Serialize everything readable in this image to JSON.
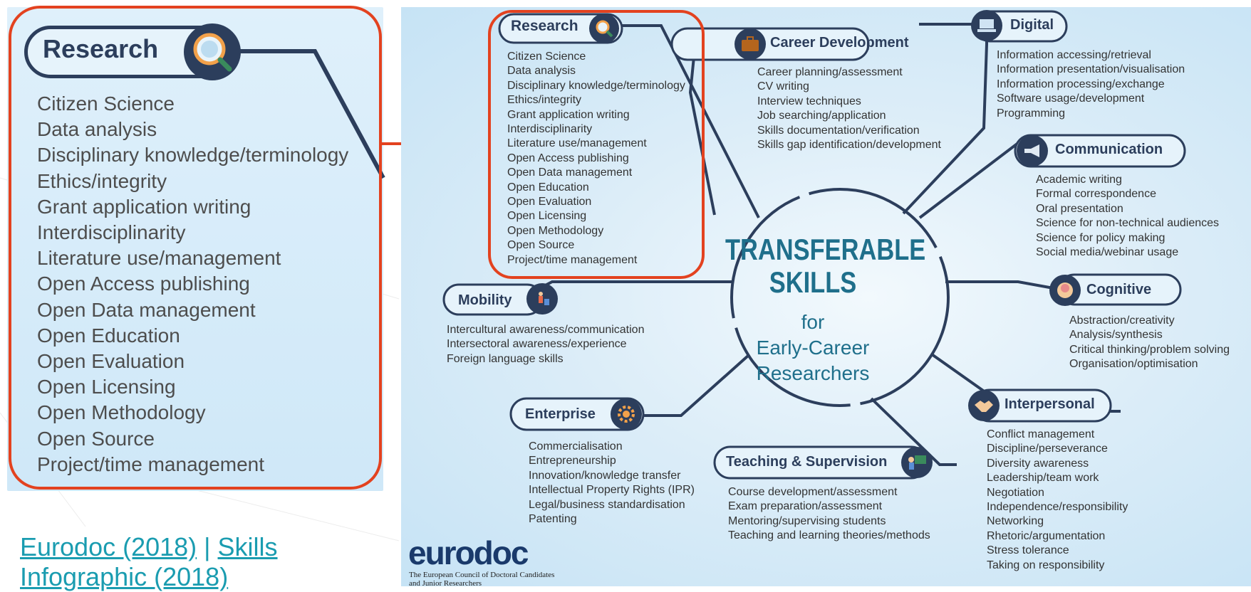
{
  "zoom": {
    "title": "Research",
    "icon": "magnifier-icon",
    "items": [
      "Citizen Science",
      "Data analysis",
      "Disciplinary knowledge/terminology",
      "Ethics/integrity",
      "Grant application writing",
      "Interdisciplinarity",
      "Literature use/management",
      "Open Access publishing",
      "Open Data management",
      "Open Education",
      "Open Evaluation",
      "Open Licensing",
      "Open Methodology",
      "Open Source",
      "Project/time management"
    ]
  },
  "credit": {
    "link1": "Eurodoc (2018)",
    "sep": " | ",
    "link2": " Skills Infographic (2018)"
  },
  "center": {
    "title1": "TRANSFERABLE",
    "title2": "SKILLS",
    "sub1": "for",
    "sub2": "Early-Career",
    "sub3": "Researchers"
  },
  "nodes": {
    "research": {
      "title": "Research",
      "icon": "magnifier-icon",
      "items": [
        "Citizen Science",
        "Data analysis",
        "Disciplinary knowledge/terminology",
        "Ethics/integrity",
        "Grant application writing",
        "Interdisciplinarity",
        "Literature use/management",
        "Open Access publishing",
        "Open Data management",
        "Open Education",
        "Open Evaluation",
        "Open Licensing",
        "Open Methodology",
        "Open Source",
        "Project/time management"
      ]
    },
    "career": {
      "title": "Career Development",
      "icon": "briefcase-icon",
      "items": [
        "Career planning/assessment",
        "CV writing",
        "Interview techniques",
        "Job searching/application",
        "Skills documentation/verification",
        "Skills gap identification/development"
      ]
    },
    "digital": {
      "title": "Digital",
      "icon": "laptop-icon",
      "items": [
        "Information accessing/retrieval",
        "Information presentation/visualisation",
        "Information processing/exchange",
        "Software usage/development",
        "Programming"
      ]
    },
    "communication": {
      "title": "Communication",
      "icon": "megaphone-icon",
      "items": [
        "Academic writing",
        "Formal correspondence",
        "Oral presentation",
        "Science for non-technical audiences",
        "Science for policy making",
        "Social media/webinar usage"
      ]
    },
    "cognitive": {
      "title": "Cognitive",
      "icon": "brain-icon",
      "items": [
        "Abstraction/creativity",
        "Analysis/synthesis",
        "Critical thinking/problem solving",
        "Organisation/optimisation"
      ]
    },
    "interpersonal": {
      "title": "Interpersonal",
      "icon": "handshake-icon",
      "items": [
        "Conflict management",
        "Discipline/perseverance",
        "Diversity awareness",
        "Leadership/team work",
        "Negotiation",
        "Independence/responsibility",
        "Networking",
        "Rhetoric/argumentation",
        "Stress tolerance",
        "Taking on responsibility"
      ]
    },
    "teaching": {
      "title": "Teaching & Supervision",
      "icon": "teacher-icon",
      "items": [
        "Course development/assessment",
        "Exam preparation/assessment",
        "Mentoring/supervising students",
        "Teaching and learning theories/methods"
      ]
    },
    "enterprise": {
      "title": "Enterprise",
      "icon": "gear-icon",
      "items": [
        "Commercialisation",
        "Entrepreneurship",
        "Innovation/knowledge transfer",
        "Intellectual Property Rights (IPR)",
        "Legal/business standardisation",
        "Patenting"
      ]
    },
    "mobility": {
      "title": "Mobility",
      "icon": "traveller-icon",
      "items": [
        "Intercultural awareness/communication",
        "Intersectoral awareness/experience",
        "Foreign language skills"
      ]
    }
  },
  "logo": {
    "name": "eurodoc",
    "sub": "The European Council of Doctoral Candidates and Junior Researchers"
  },
  "colors": {
    "accent": "#e3421f",
    "navy": "#2c3e5c",
    "teal": "#1f6f8b",
    "link": "#1a9cb0"
  }
}
